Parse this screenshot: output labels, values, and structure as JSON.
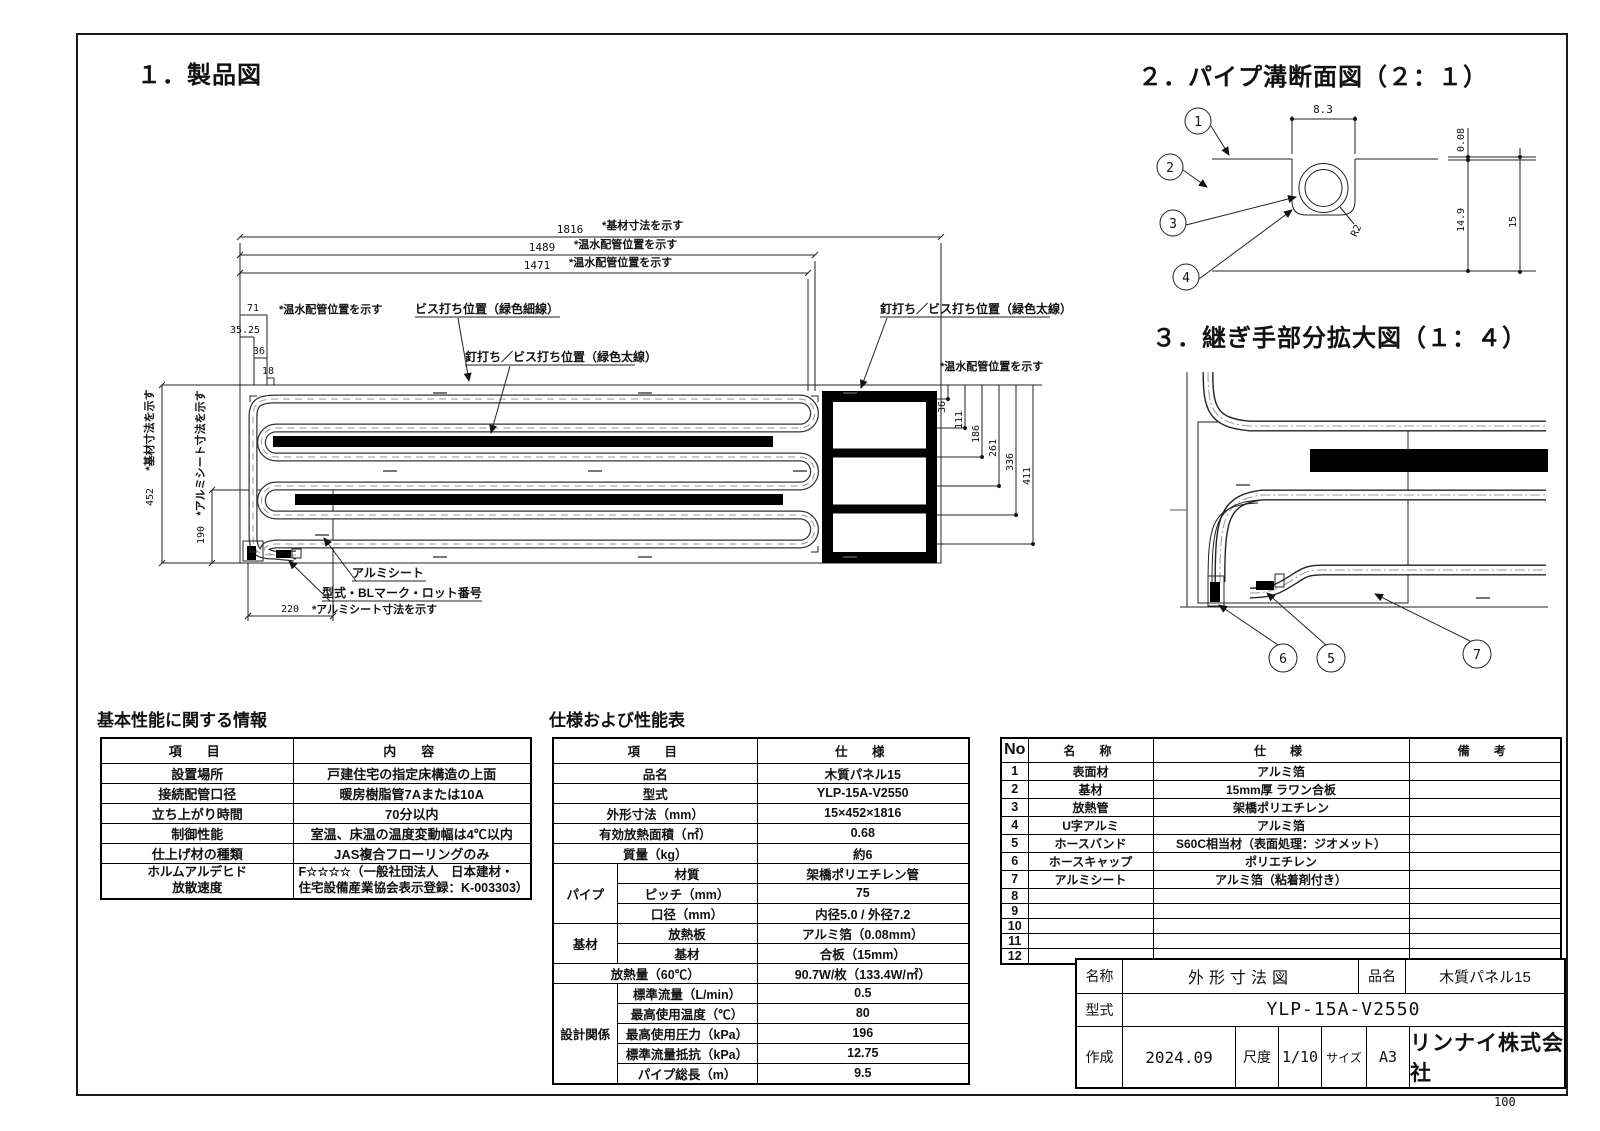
{
  "page": {
    "number": "100"
  },
  "sections": {
    "product": "１．製品図",
    "pipe_section": "２．パイプ溝断面図（２：１）",
    "joint": "３．継ぎ手部分拡大図（１：４）"
  },
  "product_drawing": {
    "top_dims": [
      {
        "value": "1816",
        "note": "*基材寸法を示す"
      },
      {
        "value": "1489",
        "note": "*温水配管位置を示す"
      },
      {
        "value": "1471",
        "note": "*温水配管位置を示す"
      }
    ],
    "left_dims": {
      "d71": "71",
      "d71_note": "*温水配管位置を示す",
      "d35": "35.25",
      "d36": "36",
      "d18": "18",
      "d452": "452",
      "d452_note": "*基材寸法を示す",
      "d190": "190",
      "d190_note": "*アルミシート寸法を示す",
      "d220": "220",
      "d220_note": "*アルミシート寸法を示す"
    },
    "right_dims": {
      "note": "*温水配管位置を示す",
      "values": [
        "36",
        "111",
        "186",
        "261",
        "336",
        "411"
      ]
    },
    "labels": {
      "screw": "ビス打ち位置（緑色細線）",
      "nail_mid": "釘打ち／ビス打ち位置（緑色太線）",
      "nail_right": "釘打ち／ビス打ち位置（緑色太線）",
      "sheet": "アルミシート",
      "model_mark": "型式・BLマーク・ロット番号"
    }
  },
  "cross_section": {
    "balloons": [
      "1",
      "2",
      "3",
      "4"
    ],
    "dim_width": "8.3",
    "dim_foil": "0.08",
    "dim_depth": "14.9",
    "dim_total": "15",
    "radius": "R2"
  },
  "joint_view": {
    "balloons": [
      "6",
      "5",
      "7"
    ]
  },
  "basic_info": {
    "title": "基本性能に関する情報",
    "headers": [
      "項　目",
      "内　容"
    ],
    "rows": [
      [
        "設置場所",
        "戸建住宅の指定床構造の上面"
      ],
      [
        "接続配管口径",
        "暖房樹脂管7Aまたは10A"
      ],
      [
        "立ち上がり時間",
        "70分以内"
      ],
      [
        "制御性能",
        "室温、床温の温度変動幅は4℃以内"
      ],
      [
        "仕上げ材の種類",
        "JAS複合フローリングのみ"
      ]
    ],
    "last_row": {
      "label": "ホルムアルデヒド\n放散速度",
      "value": "F☆☆☆☆（一般社団法人　日本建材・\n住宅設備産業協会表示登録：K-003303）"
    }
  },
  "spec_table": {
    "title": "仕様および性能表",
    "headers": [
      "項　目",
      "仕　様"
    ],
    "simple_rows": [
      [
        "品名",
        "木質パネル15"
      ],
      [
        "型式",
        "YLP-15A-V2550"
      ],
      [
        "外形寸法（mm）",
        "15×452×1816"
      ],
      [
        "有効放熱面積（㎡）",
        "0.68"
      ],
      [
        "質量（kg）",
        "約6"
      ]
    ],
    "pipe_group": {
      "label": "パイプ",
      "rows": [
        [
          "材質",
          "架橋ポリエチレン管"
        ],
        [
          "ピッチ（mm）",
          "75"
        ],
        [
          "口径（mm）",
          "内径5.0 / 外径7.2"
        ]
      ]
    },
    "base_group": {
      "label": "基材",
      "rows": [
        [
          "放熱板",
          "アルミ箔（0.08mm）"
        ],
        [
          "基材",
          "合板（15mm）"
        ]
      ]
    },
    "heat_row": [
      "放熱量（60℃）",
      "90.7W/枚（133.4W/㎡）"
    ],
    "design_group": {
      "label": "設計関係",
      "rows": [
        [
          "標準流量（L/min）",
          "0.5"
        ],
        [
          "最高使用温度（℃）",
          "80"
        ],
        [
          "最高使用圧力（kPa）",
          "196"
        ],
        [
          "標準流量抵抗（kPa）",
          "12.75"
        ],
        [
          "パイプ総長（m）",
          "9.5"
        ]
      ]
    }
  },
  "parts_table": {
    "headers": [
      "No",
      "名　称",
      "仕　様",
      "備　考"
    ],
    "rows": [
      {
        "no": "1",
        "name": "表面材",
        "spec": "アルミ箔",
        "remark": ""
      },
      {
        "no": "2",
        "name": "基材",
        "spec": "15mm厚 ラワン合板",
        "remark": ""
      },
      {
        "no": "3",
        "name": "放熱管",
        "spec": "架橋ポリエチレン",
        "remark": ""
      },
      {
        "no": "4",
        "name": "U字アルミ",
        "spec": "アルミ箔",
        "remark": ""
      },
      {
        "no": "5",
        "name": "ホースバンド",
        "spec": "S60C相当材（表面処理：ジオメット）",
        "remark": ""
      },
      {
        "no": "6",
        "name": "ホースキャップ",
        "spec": "ポリエチレン",
        "remark": ""
      },
      {
        "no": "7",
        "name": "アルミシート",
        "spec": "アルミ箔（粘着剤付き）",
        "remark": ""
      },
      {
        "no": "8",
        "name": "",
        "spec": "",
        "remark": ""
      },
      {
        "no": "9",
        "name": "",
        "spec": "",
        "remark": ""
      },
      {
        "no": "10",
        "name": "",
        "spec": "",
        "remark": ""
      },
      {
        "no": "11",
        "name": "",
        "spec": "",
        "remark": ""
      },
      {
        "no": "12",
        "name": "",
        "spec": "",
        "remark": ""
      }
    ]
  },
  "title_block": {
    "name_label": "名称",
    "name_value": "外形寸法図",
    "product_label": "品名",
    "product_value": "木質パネル15",
    "model_label": "型式",
    "model_value": "YLP-15A-V2550",
    "created_label": "作成",
    "created_value": "2024.09",
    "scale_label": "尺度",
    "scale_value": "1/10",
    "size_label": "サイズ",
    "size_value": "A3",
    "company": "リンナイ株式会社"
  }
}
